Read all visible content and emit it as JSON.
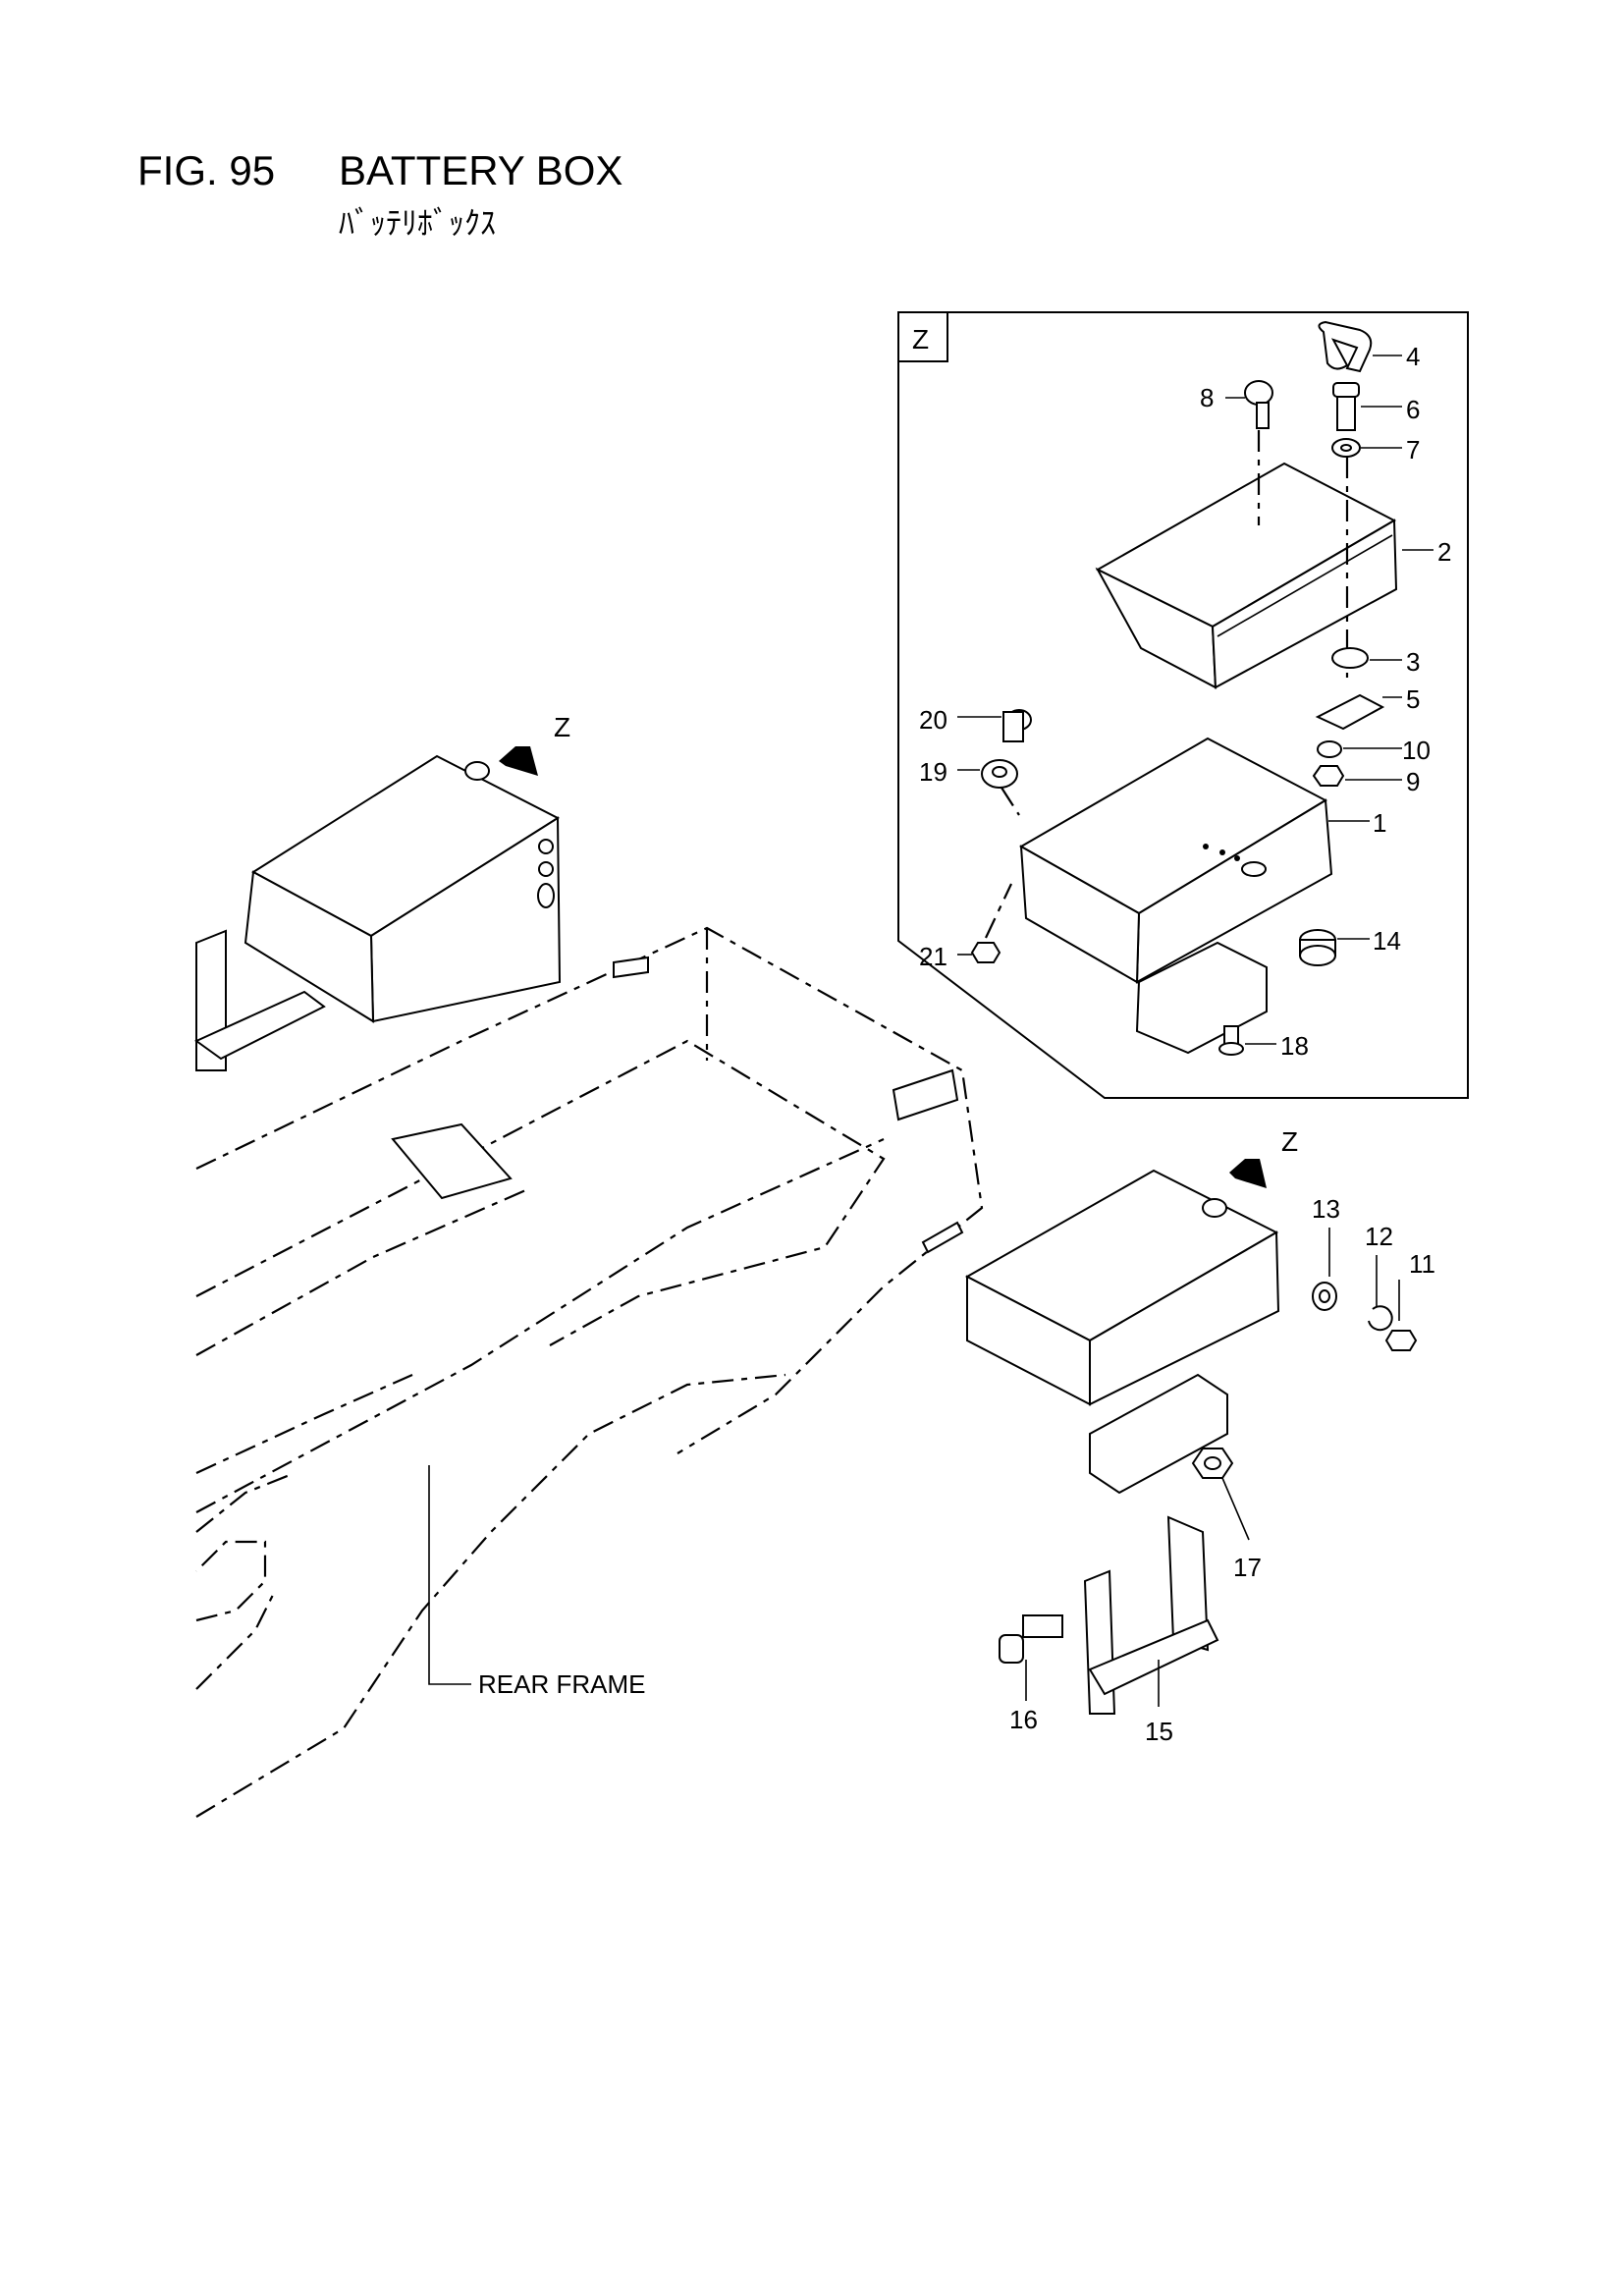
{
  "header": {
    "figure_number": "FIG. 95",
    "title": "BATTERY BOX",
    "title_jp": "ﾊﾞｯﾃﾘﾎﾞｯｸｽ"
  },
  "detail_view": {
    "label": "Z",
    "callouts": [
      "4",
      "6",
      "8",
      "7",
      "2",
      "3",
      "5",
      "20",
      "19",
      "10",
      "9",
      "1",
      "21",
      "14",
      "18"
    ]
  },
  "main_view": {
    "view_markers": [
      "Z",
      "Z"
    ],
    "callouts": [
      "13",
      "12",
      "11",
      "17",
      "16",
      "15"
    ],
    "frame_label": "REAR FRAME"
  }
}
